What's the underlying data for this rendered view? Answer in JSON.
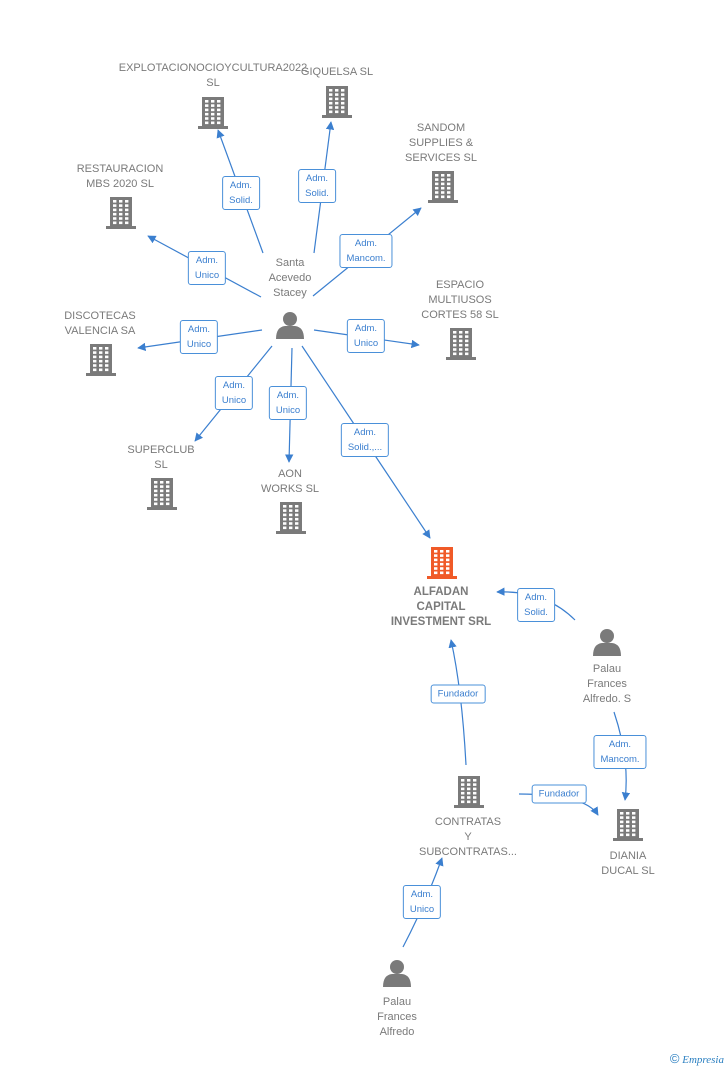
{
  "colors": {
    "company": "#7a7a7a",
    "main_company": "#f05a28",
    "person": "#7a7a7a",
    "edge": "#3b7fcf"
  },
  "nodes": [
    {
      "id": "santa",
      "type": "person",
      "label": "Santa\nAcevedo\nStacey"
    },
    {
      "id": "explot",
      "type": "company",
      "label": "EXPLOTACIONOCIOYCULTURA2022\nSL"
    },
    {
      "id": "giquelsa",
      "type": "company",
      "label": "GIQUELSA  SL"
    },
    {
      "id": "sandom",
      "type": "company",
      "label": "SANDOM\nSUPPLIES &\nSERVICES  SL"
    },
    {
      "id": "restauracion",
      "type": "company",
      "label": "RESTAURACION\nMBS 2020  SL"
    },
    {
      "id": "discotecas",
      "type": "company",
      "label": "DISCOTECAS\nVALENCIA SA"
    },
    {
      "id": "espacio",
      "type": "company",
      "label": "ESPACIO\nMULTIUSOS\nCORTES 58 SL"
    },
    {
      "id": "superclub",
      "type": "company",
      "label": "SUPERCLUB\nSL"
    },
    {
      "id": "aon",
      "type": "company",
      "label": "AON\nWORKS  SL"
    },
    {
      "id": "alfadan",
      "type": "main",
      "label": "ALFADAN\nCAPITAL\nINVESTMENT SRL"
    },
    {
      "id": "palau_s",
      "type": "person",
      "label": "Palau\nFrances\nAlfredo.  S"
    },
    {
      "id": "contratas",
      "type": "company",
      "label": "CONTRATAS\nY\nSUBCONTRATAS..."
    },
    {
      "id": "diania",
      "type": "company",
      "label": "DIANIA\nDUCAL  SL"
    },
    {
      "id": "palau",
      "type": "person",
      "label": "Palau\nFrances\nAlfredo"
    }
  ],
  "edges": [
    {
      "from": "santa",
      "to": "explot",
      "label": "Adm.\nSolid."
    },
    {
      "from": "santa",
      "to": "giquelsa",
      "label": "Adm.\nSolid."
    },
    {
      "from": "santa",
      "to": "sandom",
      "label": "Adm.\nMancom."
    },
    {
      "from": "santa",
      "to": "restauracion",
      "label": "Adm.\nUnico"
    },
    {
      "from": "santa",
      "to": "discotecas",
      "label": "Adm.\nUnico"
    },
    {
      "from": "santa",
      "to": "espacio",
      "label": "Adm.\nUnico"
    },
    {
      "from": "santa",
      "to": "superclub",
      "label": "Adm.\nUnico"
    },
    {
      "from": "santa",
      "to": "aon",
      "label": "Adm.\nUnico"
    },
    {
      "from": "santa",
      "to": "alfadan",
      "label": "Adm.\nSolid.,..."
    },
    {
      "from": "palau_s",
      "to": "alfadan",
      "label": "Adm.\nSolid."
    },
    {
      "from": "palau_s",
      "to": "diania",
      "label": "Adm.\nMancom."
    },
    {
      "from": "contratas",
      "to": "alfadan",
      "label": "Fundador"
    },
    {
      "from": "contratas",
      "to": "diania",
      "label": "Fundador"
    },
    {
      "from": "palau",
      "to": "contratas",
      "label": "Adm.\nUnico"
    }
  ],
  "watermark": {
    "symbol": "©",
    "brand": "Empresia"
  }
}
